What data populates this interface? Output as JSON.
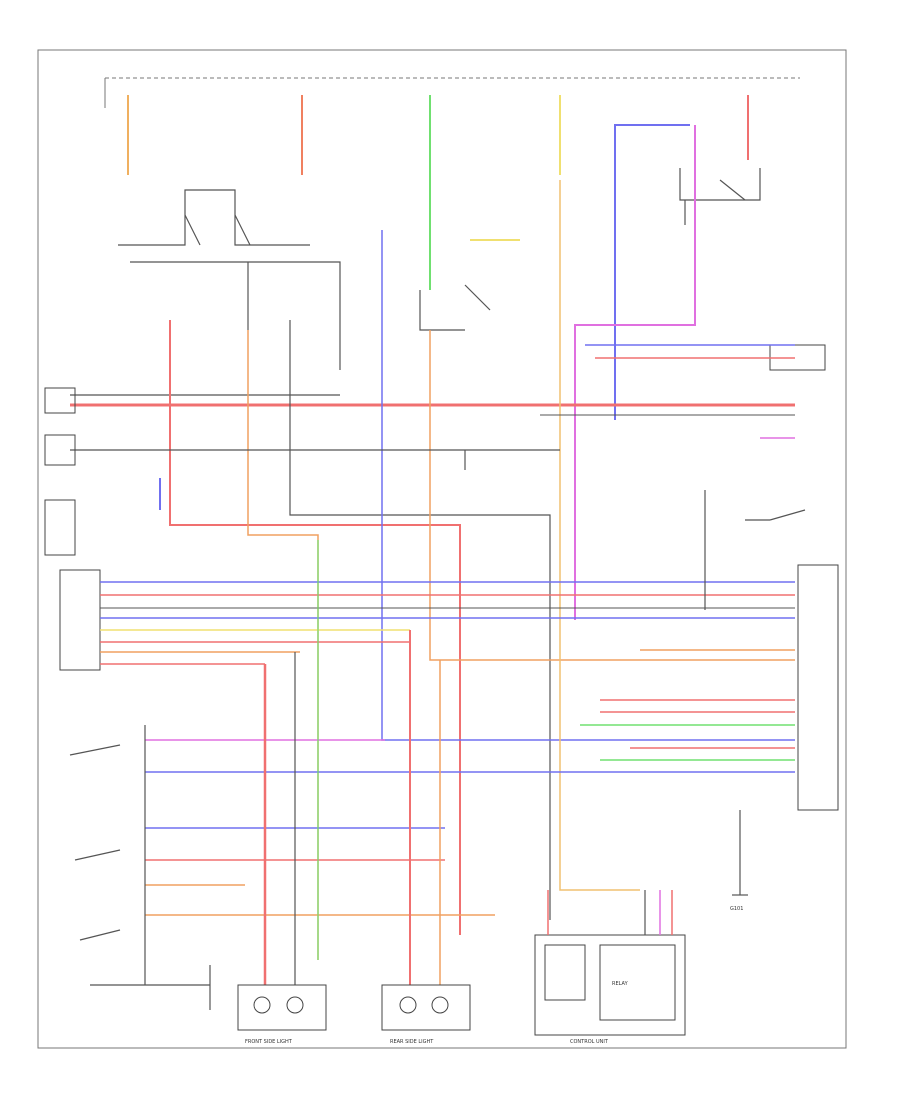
{
  "diagram": {
    "labels": {
      "lamp_front": "FRONT SIDE LIGHT",
      "lamp_rear": "REAR SIDE LIGHT",
      "ecu_block": "CONTROL UNIT",
      "ecu_sub": "RELAY",
      "ground": "G101"
    },
    "colors": {
      "red": "#f07070",
      "blue": "#7070f0",
      "violet": "#e070e0",
      "green": "#70e070",
      "orange": "#f0a060",
      "yellow": "#f0e070",
      "gray": "#555555"
    }
  }
}
